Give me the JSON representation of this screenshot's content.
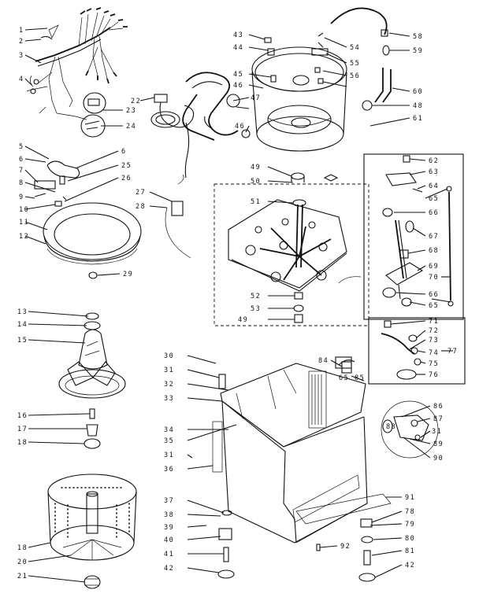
{
  "callouts": [
    {
      "id": "c1",
      "number": "1"
    },
    {
      "id": "c2",
      "number": "2"
    },
    {
      "id": "c3",
      "number": "3"
    },
    {
      "id": "c4",
      "number": "4"
    },
    {
      "id": "c5",
      "number": "5"
    },
    {
      "id": "c6a",
      "number": "6"
    },
    {
      "id": "c6b",
      "number": "6"
    },
    {
      "id": "c7",
      "number": "7"
    },
    {
      "id": "c8",
      "number": "8"
    },
    {
      "id": "c9",
      "number": "9"
    },
    {
      "id": "c10",
      "number": "10"
    },
    {
      "id": "c11",
      "number": "11"
    },
    {
      "id": "c12",
      "number": "12"
    },
    {
      "id": "c13",
      "number": "13"
    },
    {
      "id": "c14",
      "number": "14"
    },
    {
      "id": "c15",
      "number": "15"
    },
    {
      "id": "c16",
      "number": "16"
    },
    {
      "id": "c17",
      "number": "17"
    },
    {
      "id": "c18a",
      "number": "18"
    },
    {
      "id": "c18b",
      "number": "18"
    },
    {
      "id": "c20",
      "number": "20"
    },
    {
      "id": "c21",
      "number": "21"
    },
    {
      "id": "c22",
      "number": "22"
    },
    {
      "id": "c23",
      "number": "23"
    },
    {
      "id": "c24",
      "number": "24"
    },
    {
      "id": "c25",
      "number": "25"
    },
    {
      "id": "c26",
      "number": "26"
    },
    {
      "id": "c27",
      "number": "27"
    },
    {
      "id": "c28",
      "number": "28"
    },
    {
      "id": "c29",
      "number": "29"
    },
    {
      "id": "c30",
      "number": "30"
    },
    {
      "id": "c31a",
      "number": "31"
    },
    {
      "id": "c31b",
      "number": "31"
    },
    {
      "id": "c31c",
      "number": "31"
    },
    {
      "id": "c32",
      "number": "32"
    },
    {
      "id": "c33",
      "number": "33"
    },
    {
      "id": "c34",
      "number": "34"
    },
    {
      "id": "c35",
      "number": "35"
    },
    {
      "id": "c36",
      "number": "36"
    },
    {
      "id": "c37",
      "number": "37"
    },
    {
      "id": "c38",
      "number": "38"
    },
    {
      "id": "c39",
      "number": "39"
    },
    {
      "id": "c40",
      "number": "40"
    },
    {
      "id": "c41",
      "number": "41"
    },
    {
      "id": "c42a",
      "number": "42"
    },
    {
      "id": "c42b",
      "number": "42"
    },
    {
      "id": "c43",
      "number": "43"
    },
    {
      "id": "c44",
      "number": "44"
    },
    {
      "id": "c45",
      "number": "45"
    },
    {
      "id": "c46a",
      "number": "46"
    },
    {
      "id": "c46b",
      "number": "46"
    },
    {
      "id": "c47",
      "number": "47"
    },
    {
      "id": "c48",
      "number": "48"
    },
    {
      "id": "c49a",
      "number": "49"
    },
    {
      "id": "c49b",
      "number": "49"
    },
    {
      "id": "c50",
      "number": "50"
    },
    {
      "id": "c51",
      "number": "51"
    },
    {
      "id": "c52",
      "number": "52"
    },
    {
      "id": "c53",
      "number": "53"
    },
    {
      "id": "c54",
      "number": "54"
    },
    {
      "id": "c55",
      "number": "55"
    },
    {
      "id": "c56",
      "number": "56"
    },
    {
      "id": "c58",
      "number": "58"
    },
    {
      "id": "c59",
      "number": "59"
    },
    {
      "id": "c60",
      "number": "60"
    },
    {
      "id": "c61",
      "number": "61"
    },
    {
      "id": "c62",
      "number": "62"
    },
    {
      "id": "c63",
      "number": "63"
    },
    {
      "id": "c64",
      "number": "64"
    },
    {
      "id": "c65a",
      "number": "65"
    },
    {
      "id": "c65b",
      "number": "65"
    },
    {
      "id": "c65c",
      "number": "65"
    },
    {
      "id": "c66a",
      "number": "66"
    },
    {
      "id": "c66b",
      "number": "66"
    },
    {
      "id": "c67",
      "number": "67"
    },
    {
      "id": "c68",
      "number": "68"
    },
    {
      "id": "c69",
      "number": "69"
    },
    {
      "id": "c70",
      "number": "70"
    },
    {
      "id": "c71",
      "number": "71"
    },
    {
      "id": "c72",
      "number": "72"
    },
    {
      "id": "c73",
      "number": "73"
    },
    {
      "id": "c74",
      "number": "74"
    },
    {
      "id": "c75",
      "number": "75"
    },
    {
      "id": "c76",
      "number": "76"
    },
    {
      "id": "c77",
      "number": "77"
    },
    {
      "id": "c78",
      "number": "78"
    },
    {
      "id": "c79",
      "number": "79"
    },
    {
      "id": "c80",
      "number": "80"
    },
    {
      "id": "c81",
      "number": "81"
    },
    {
      "id": "c84",
      "number": "84"
    },
    {
      "id": "c85",
      "number": "85"
    },
    {
      "id": "c86",
      "number": "86"
    },
    {
      "id": "c87",
      "number": "87"
    },
    {
      "id": "c88",
      "number": "88"
    },
    {
      "id": "c89",
      "number": "89"
    },
    {
      "id": "c90",
      "number": "90"
    },
    {
      "id": "c91",
      "number": "91"
    },
    {
      "id": "c92",
      "number": "92"
    }
  ]
}
